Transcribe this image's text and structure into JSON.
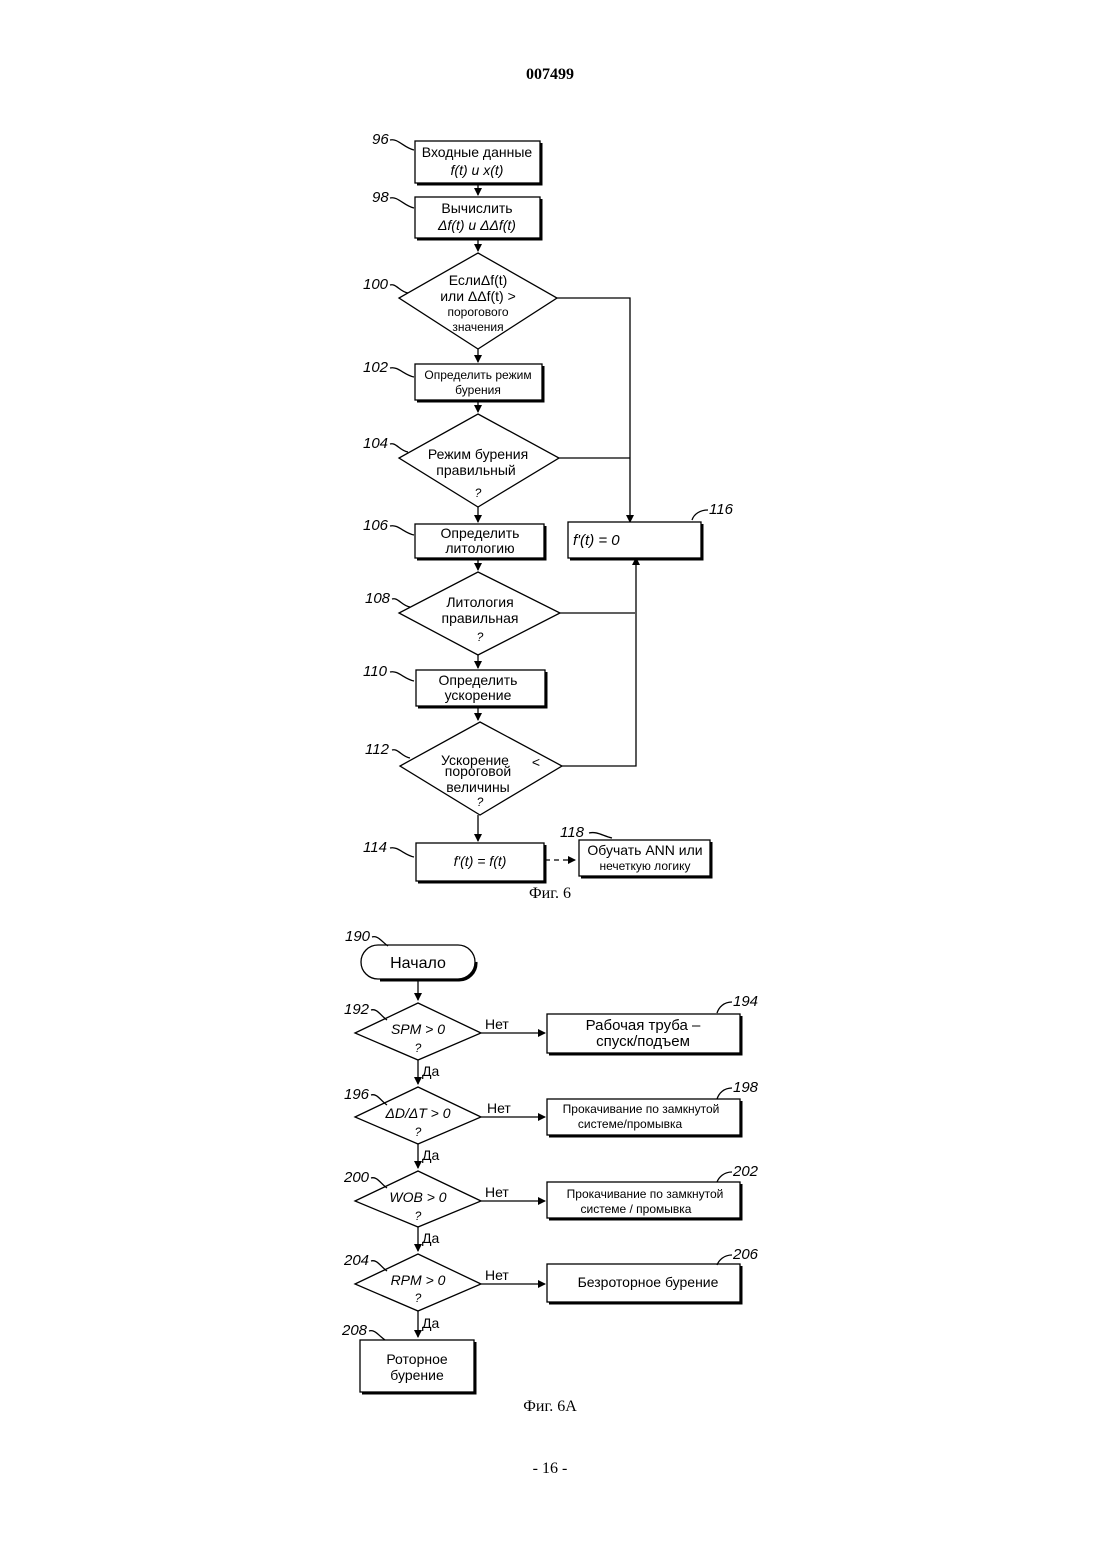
{
  "header": {
    "doc_number": "007499"
  },
  "fig6": {
    "caption": "Фиг. 6",
    "refs": {
      "r96": "96",
      "r98": "98",
      "r100": "100",
      "r102": "102",
      "r104": "104",
      "r106": "106",
      "r108": "108",
      "r110": "110",
      "r112": "112",
      "r114": "114",
      "r116": "116",
      "r118": "118"
    },
    "input_l1": "Входные данные",
    "input_l2": "f(t)  и  x(t)",
    "compute_l1": "Вычислить",
    "compute_l2": "Δf(t)  и  ΔΔf(t)",
    "check_l1": "ЕслиΔf(t)",
    "check_l2": "или ΔΔf(t) >",
    "check_l3": "порогового",
    "check_l4": "значения",
    "mode_l1": "Определить режим",
    "mode_l2": "бурения",
    "modeok_l1": "Режим бурения",
    "modeok_l2": "правильный",
    "modeok_l3": "?",
    "lith_l1": "Определить",
    "lith_l2": "литологию",
    "lithok_l1": "Литология",
    "lithok_l2": "правильная",
    "lithok_l3": "?",
    "acc_l1": "Определить",
    "acc_l2": "ускорение",
    "accok_l1": "Ускорение",
    "accok_lt": "<",
    "accok_l2": "пороговой",
    "accok_l3": "величины",
    "accok_l4": "?",
    "zero": "f'(t) = 0",
    "assign": "f'(t) = f(t)",
    "train_l1": "Обучать ANN или",
    "train_l2": "нечеткую логику"
  },
  "fig6a": {
    "caption": "Фиг. 6А",
    "refs": {
      "r190": "190",
      "r192": "192",
      "r194": "194",
      "r196": "196",
      "r198": "198",
      "r200": "200",
      "r202": "202",
      "r204": "204",
      "r206": "206",
      "r208": "208"
    },
    "start": "Начало",
    "spm": "SPM > 0",
    "spm_q": "?",
    "dd": "ΔD/ΔT > 0",
    "dd_q": "?",
    "wob": "WOB > 0",
    "wob_q": "?",
    "rpm": "RPM > 0",
    "rpm_q": "?",
    "no": "Нет",
    "yes": "Да",
    "trip_l1": "Рабочая труба –",
    "trip_l2": "спуск/подъем",
    "circ1_l1": "Прокачивание по замкнутой",
    "circ1_l2": "системе/промывка",
    "circ2_l1": "Прокачивание по замкнутой",
    "circ2_l2": "системе / промывка",
    "nonrot": "Безроторное бурение",
    "rot_l1": "Роторное",
    "rot_l2": "бурение"
  },
  "footer": {
    "page_number": "- 16 -"
  }
}
